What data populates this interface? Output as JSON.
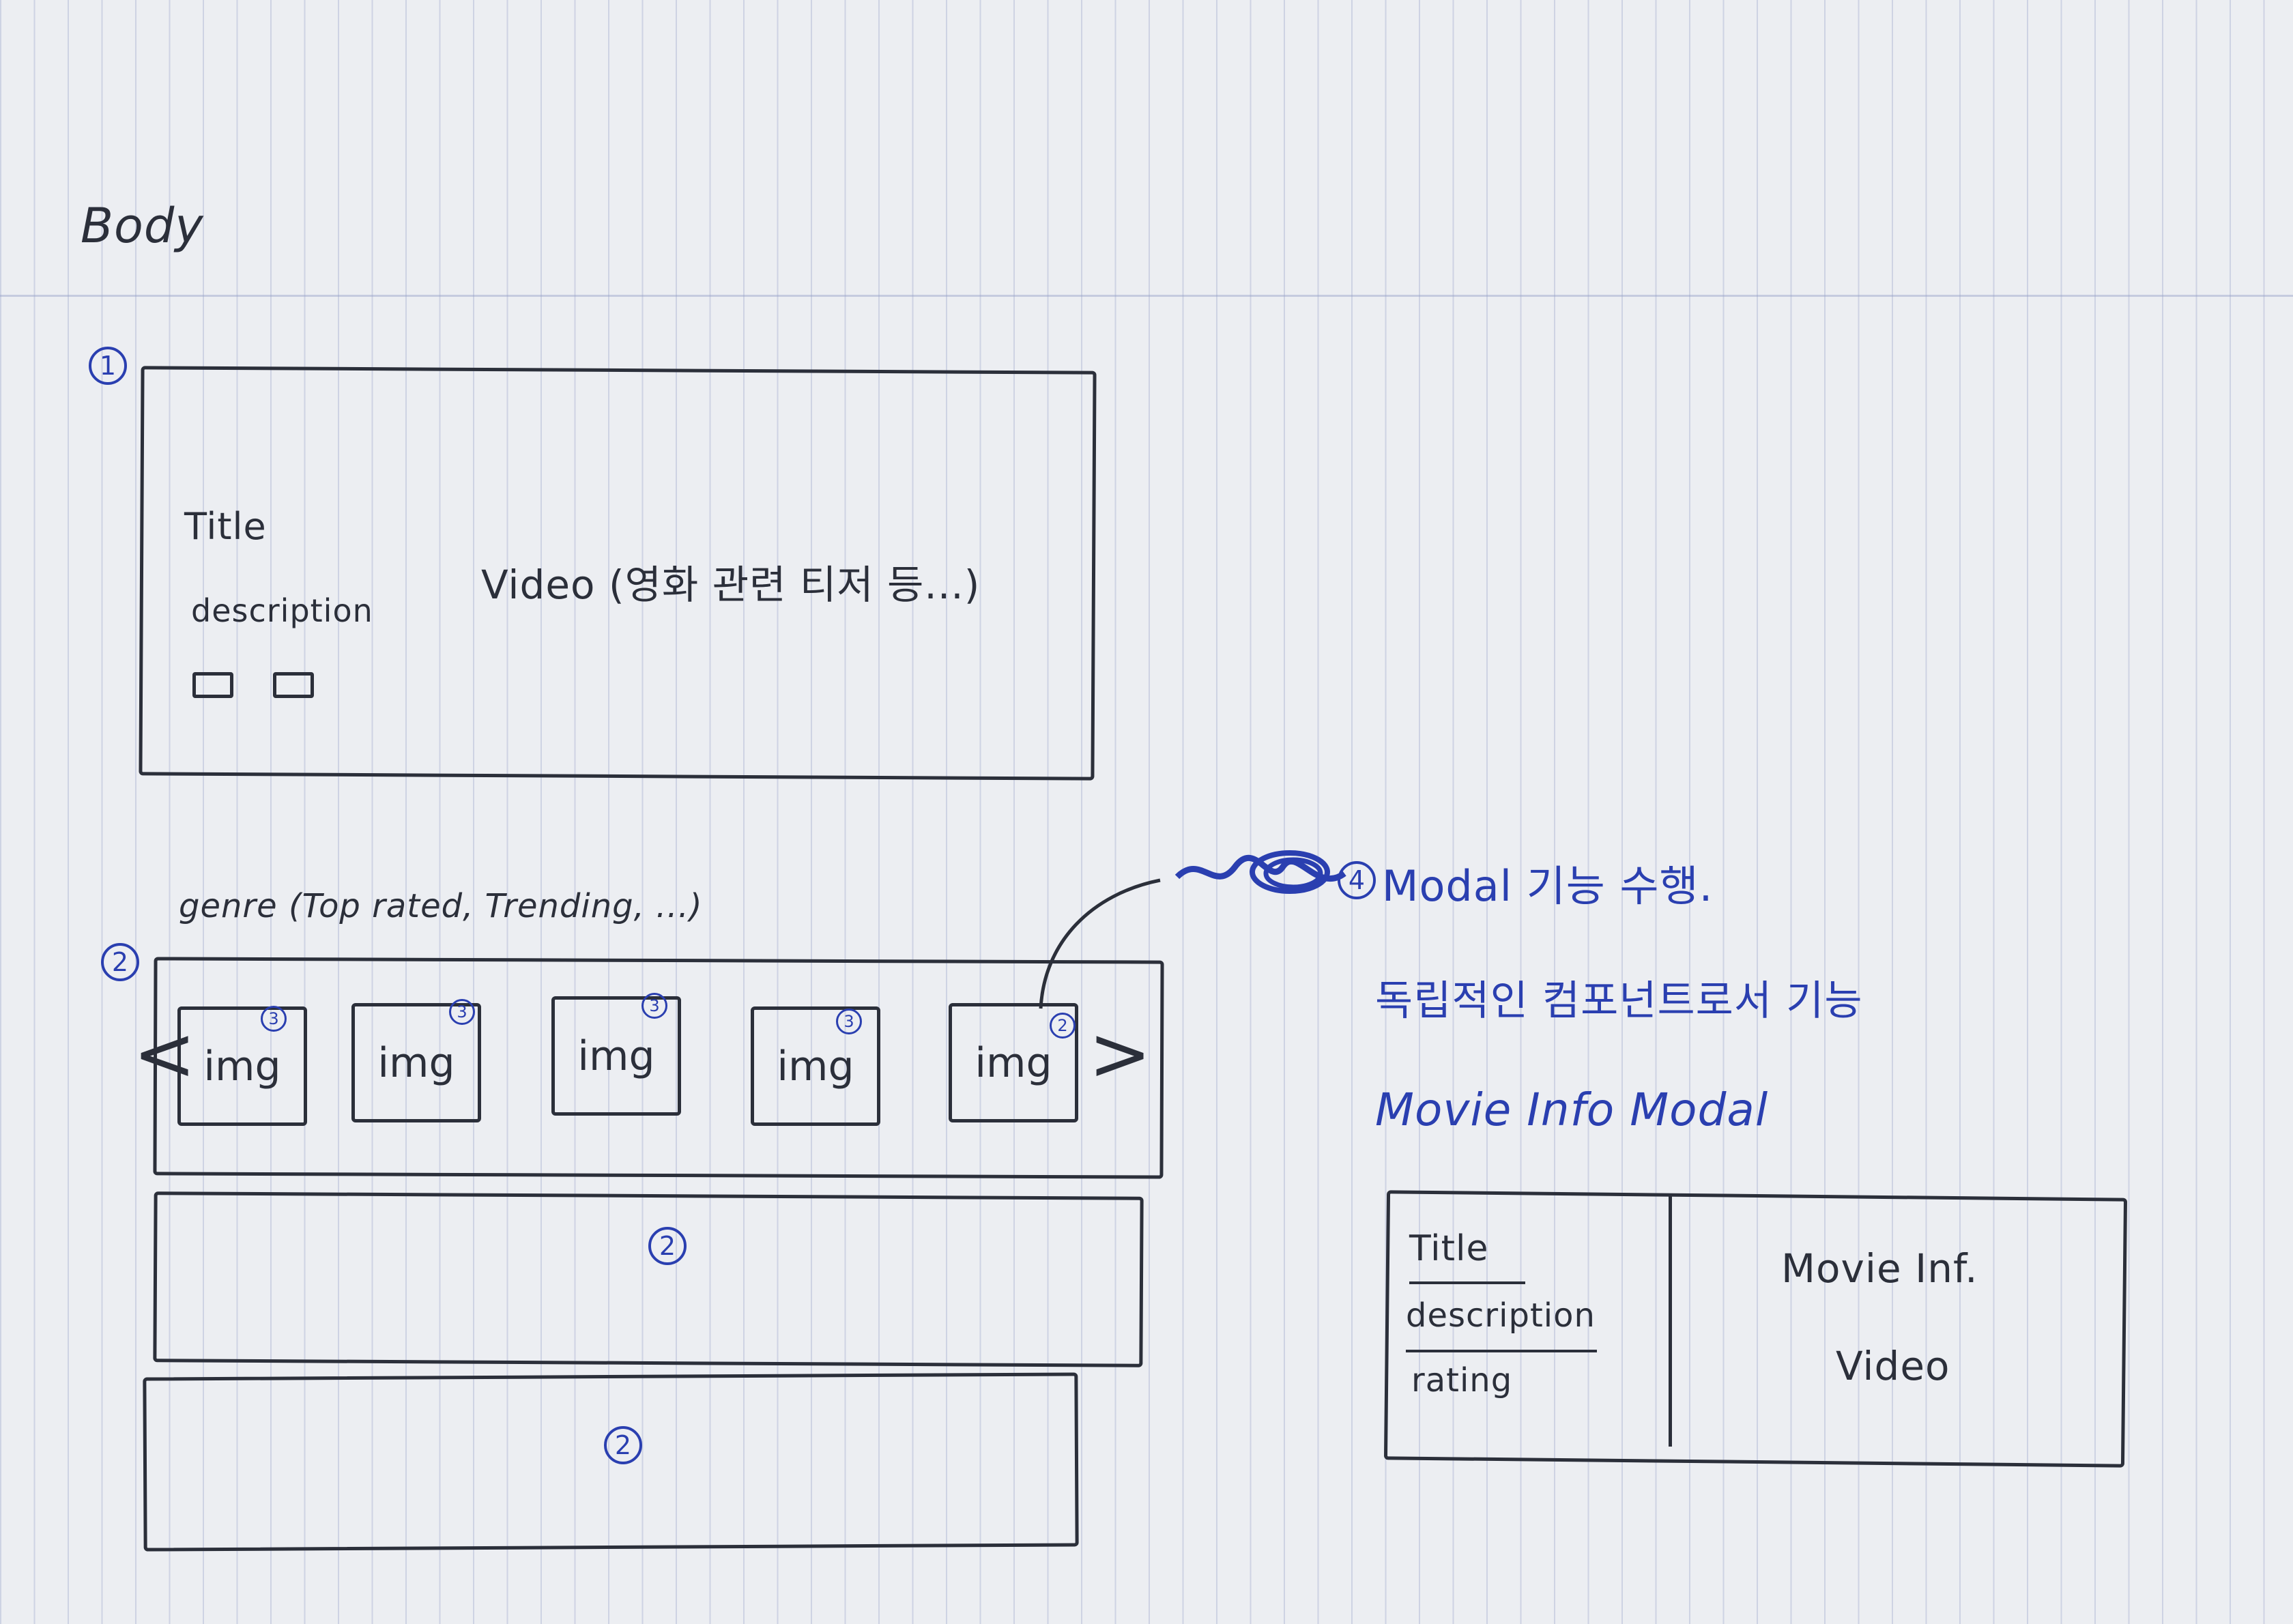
{
  "page": {
    "heading": "Body"
  },
  "hero": {
    "marker": "1",
    "title": "Title",
    "description": "description",
    "video": "Video (영화 관련 티저 등...)"
  },
  "genre_row": {
    "marker": "2",
    "caption": "genre (Top rated, Trending, ...)",
    "prev_arrow": "<",
    "next_arrow": ">",
    "cards": [
      {
        "label": "img",
        "marker": "3"
      },
      {
        "label": "img",
        "marker": "3"
      },
      {
        "label": "img",
        "marker": "3"
      },
      {
        "label": "img",
        "marker": "3"
      },
      {
        "label": "img",
        "marker": "2"
      }
    ]
  },
  "extra_rows": [
    {
      "marker": "2"
    },
    {
      "marker": "2"
    }
  ],
  "notes": {
    "marker": "4",
    "line1": "Modal 기능 수행.",
    "line2": "독립적인 컴포넌트로서 기능",
    "modal_heading": "Movie Info Modal"
  },
  "modal": {
    "title": "Title",
    "description": "description",
    "rating": "rating",
    "info": "Movie Inf.",
    "video": "Video"
  },
  "colors": {
    "ink": "#2b2f3a",
    "blue_ink": "#2a3fb0",
    "paper": "#eceef2"
  }
}
